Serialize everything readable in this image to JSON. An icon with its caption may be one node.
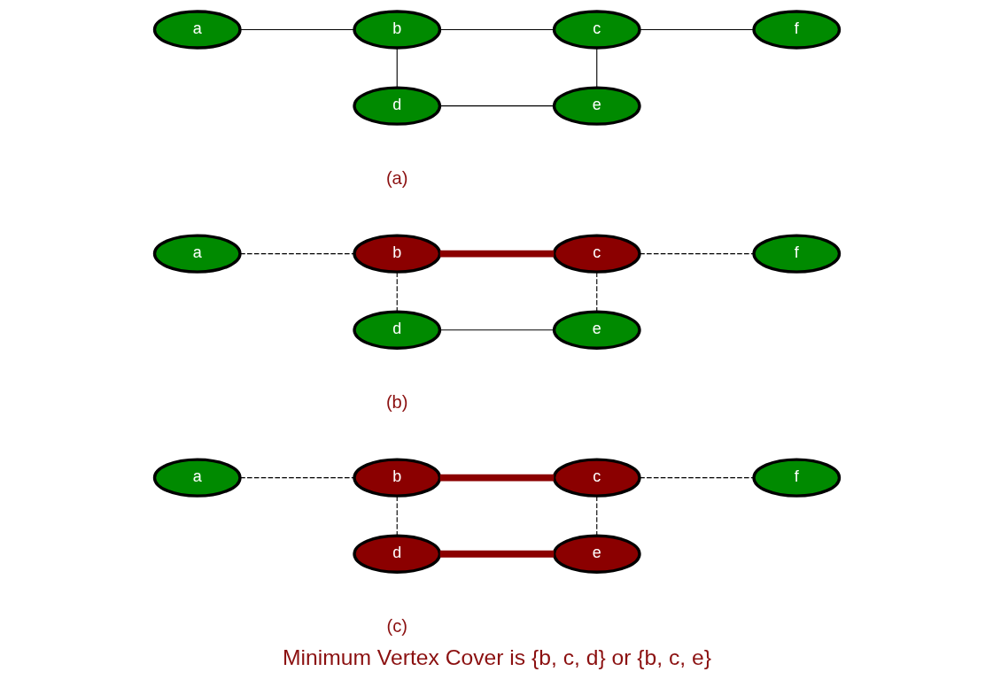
{
  "diagram": {
    "caption": "Minimum Vertex Cover is {b, c, d} or {b, c, e}",
    "nodes": [
      {
        "text": [
          "a"
        ]
      },
      {
        "text": [
          "b"
        ]
      },
      {
        "text": [
          "c"
        ]
      },
      {
        "text": [
          "d"
        ]
      },
      {
        "text": [
          "e"
        ]
      },
      {
        "text": [
          "f"
        ]
      },
      {
        "text": [
          "a"
        ]
      },
      {
        "text": [
          "b"
        ]
      },
      {
        "text": [
          "c"
        ]
      },
      {
        "text": [
          "d"
        ]
      },
      {
        "text": [
          "e"
        ]
      },
      {
        "text": [
          "f"
        ]
      },
      {
        "text": [
          "a"
        ]
      },
      {
        "text": [
          "b"
        ]
      },
      {
        "text": [
          "c"
        ]
      },
      {
        "text": [
          "d"
        ]
      },
      {
        "text": [
          "e"
        ]
      },
      {
        "text": [
          "f"
        ]
      }
    ],
    "edges": [
      {
        "from": 0,
        "to": 1,
        "arrow": "none"
      },
      {
        "from": 1,
        "to": 2,
        "arrow": "none"
      },
      {
        "from": 2,
        "to": 5,
        "arrow": "none"
      },
      {
        "from": 1,
        "to": 3,
        "arrow": "none"
      },
      {
        "from": 2,
        "to": 4,
        "arrow": "none"
      },
      {
        "from": 3,
        "to": 4,
        "arrow": "none"
      },
      {
        "from": 6,
        "to": 7,
        "arrow": "none",
        "style": "dashed"
      },
      {
        "from": 7,
        "to": 8,
        "arrow": "none",
        "style": "thick",
        "color": "#8b0000"
      },
      {
        "from": 8,
        "to": 11,
        "arrow": "none",
        "style": "dashed"
      },
      {
        "from": 7,
        "to": 9,
        "arrow": "none",
        "style": "dashed"
      },
      {
        "from": 8,
        "to": 10,
        "arrow": "none",
        "style": "dashed"
      },
      {
        "from": 9,
        "to": 10,
        "arrow": "none"
      },
      {
        "from": 12,
        "to": 13,
        "arrow": "none",
        "style": "dashed"
      },
      {
        "from": 13,
        "to": 14,
        "arrow": "none",
        "style": "thick",
        "color": "#8b0000"
      },
      {
        "from": 14,
        "to": 17,
        "arrow": "none",
        "style": "dashed"
      },
      {
        "from": 13,
        "to": 15,
        "arrow": "none",
        "style": "dashed"
      },
      {
        "from": 14,
        "to": 16,
        "arrow": "none",
        "style": "dashed"
      },
      {
        "from": 15,
        "to": 16,
        "arrow": "none",
        "style": "thick",
        "color": "#8b0000"
      }
    ],
    "labels": [
      "(a)",
      "(b)",
      "(c)"
    ]
  }
}
